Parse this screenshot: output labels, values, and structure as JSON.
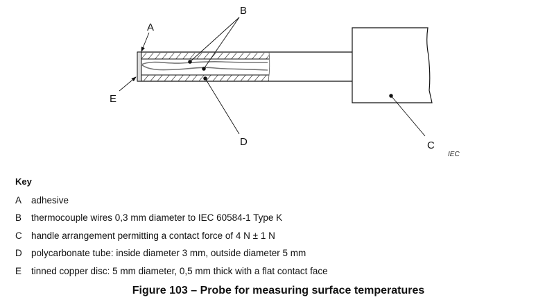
{
  "figure": {
    "labels": {
      "A": "A",
      "B": "B",
      "C": "C",
      "D": "D",
      "E": "E"
    },
    "credit": "IEC"
  },
  "key": {
    "title": "Key",
    "items": [
      {
        "letter": "A",
        "text": "adhesive"
      },
      {
        "letter": "B",
        "text": "thermocouple wires 0,3 mm diameter to IEC 60584-1 Type K"
      },
      {
        "letter": "C",
        "text": "handle arrangement permitting a contact force of 4 N ± 1 N"
      },
      {
        "letter": "D",
        "text": "polycarbonate tube: inside diameter 3 mm, outside diameter 5 mm"
      },
      {
        "letter": "E",
        "text": "tinned copper disc: 5 mm diameter, 0,5 mm thick with a flat contact face"
      }
    ]
  },
  "caption": "Figure 103 – Probe for measuring surface temperatures"
}
